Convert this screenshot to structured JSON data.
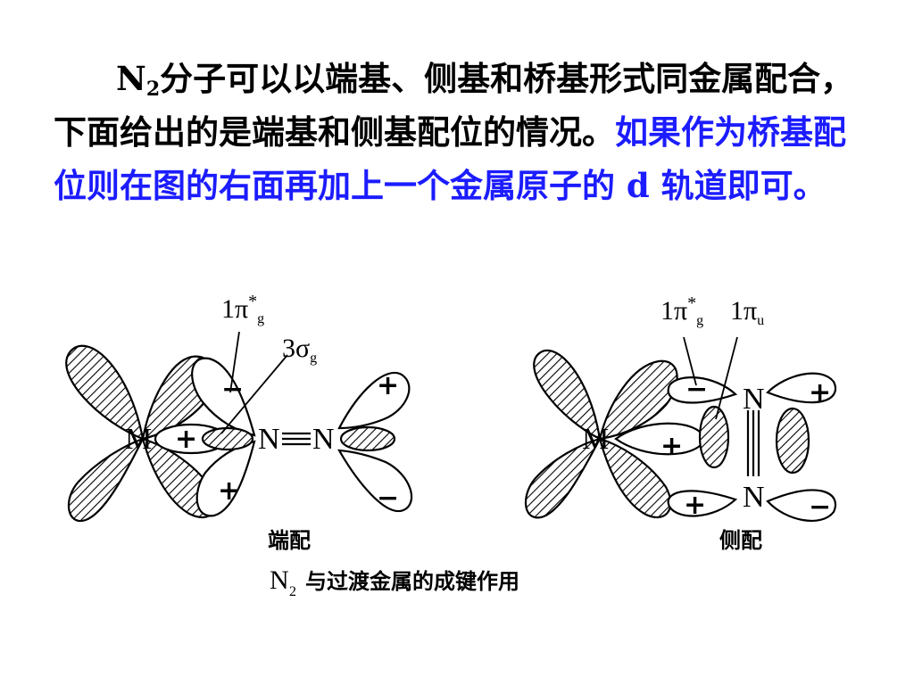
{
  "paragraph": {
    "n": "N",
    "sub": "2",
    "text_black": "分子可以以端基、侧基和桥基形式同金属配合，下面给出的是端基和侧基配位的情况。",
    "text_blue": "如果作为桥基配位则在图的右面再加上一个金属原子的 d 轨道即可。"
  },
  "figure": {
    "left": {
      "m_label": "M",
      "n_label": "N",
      "bond": "N≡N",
      "orbital_pi_star": "1π",
      "orbital_pi_star_sub": "g",
      "orbital_sigma": "3σ",
      "orbital_sigma_sub": "g",
      "caption": "端配"
    },
    "right": {
      "m_label": "M",
      "n_label": "N",
      "orbital_pi_star": "1π",
      "orbital_pi_star_sub": "g",
      "orbital_pi": "1π",
      "orbital_pi_sub": "u",
      "caption": "侧配"
    },
    "plus": "+",
    "minus": "−",
    "main_caption_n": "N",
    "main_caption_sub": "2",
    "main_caption_text": "与过渡金属的成键作用"
  }
}
